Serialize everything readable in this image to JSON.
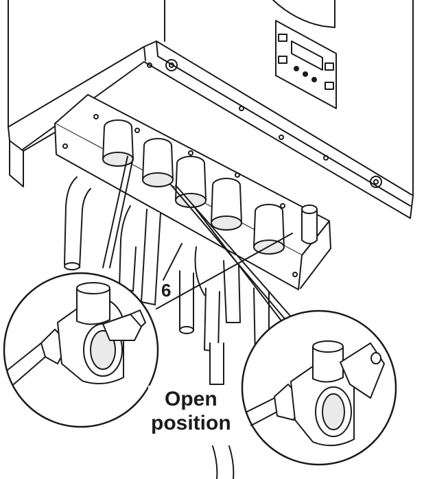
{
  "callout": {
    "number": "6"
  },
  "label": {
    "line1": "Open",
    "line2": "position"
  },
  "colors": {
    "line": "#1a1a1a",
    "fill": "#ffffff",
    "shade": "#eaeaea"
  }
}
